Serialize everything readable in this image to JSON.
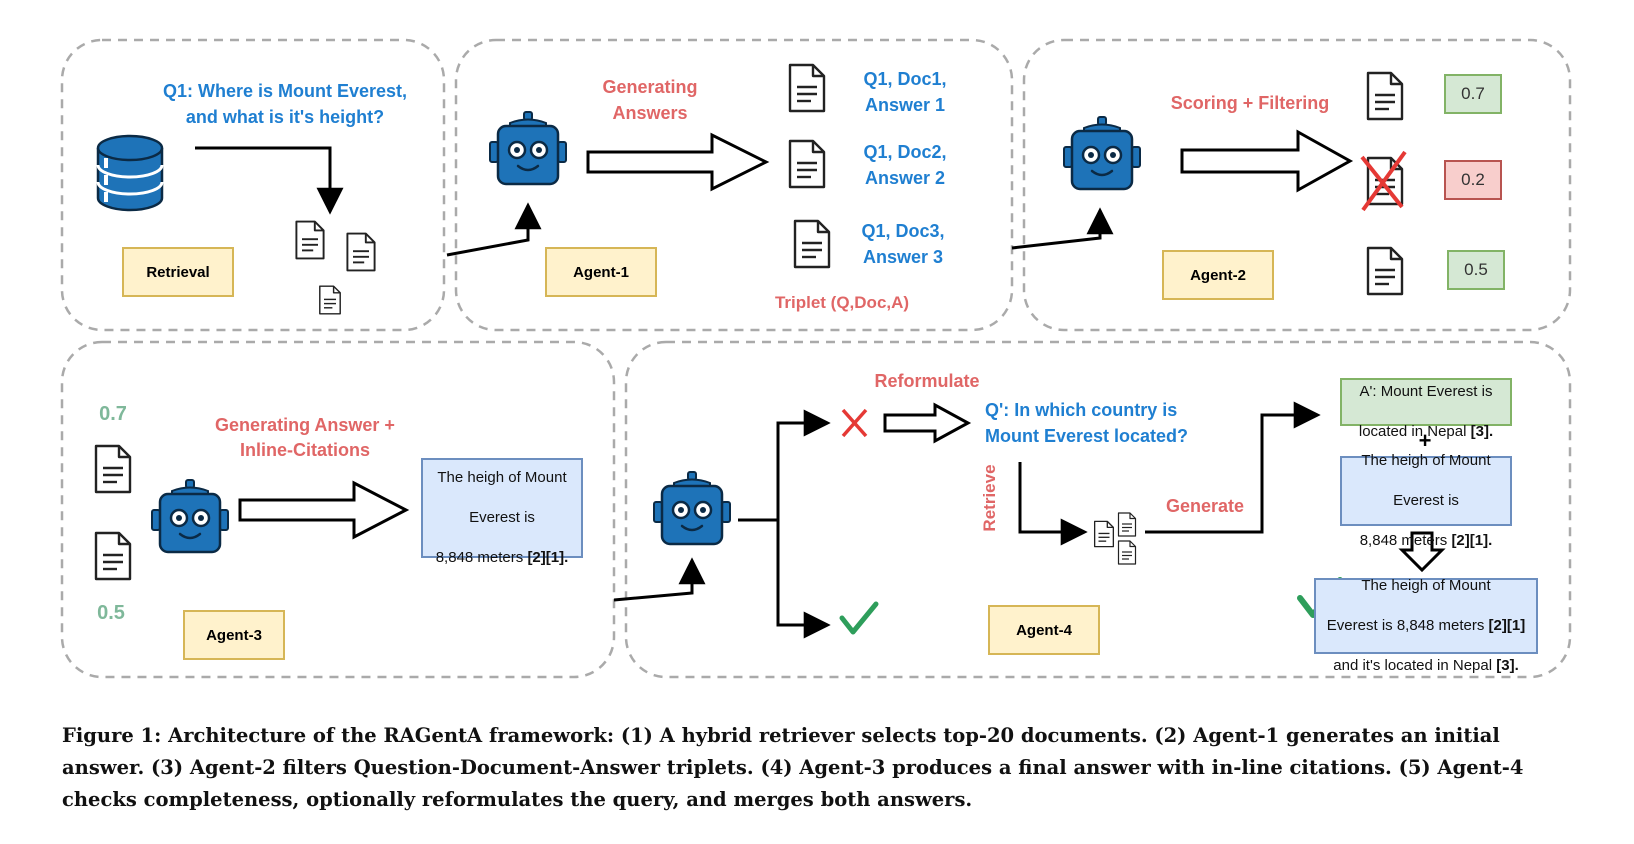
{
  "panels": {
    "retrieval": {
      "question_line1": "Q1: Where is Mount Everest,",
      "question_line2": "and what is it's height?",
      "agent_label": "Retrieval"
    },
    "agent1": {
      "action_line1": "Generating",
      "action_line2": "Answers",
      "docs": [
        {
          "line1": "Q1, Doc1,",
          "line2": "Answer 1"
        },
        {
          "line1": "Q1, Doc2,",
          "line2": "Answer 2"
        },
        {
          "line1": "Q1, Doc3,",
          "line2": "Answer 3"
        }
      ],
      "triplet_label": "Triplet (Q,Doc,A)",
      "agent_label": "Agent-1"
    },
    "agent2": {
      "action": "Scoring + Filtering",
      "scores": [
        "0.7",
        "0.2",
        "0.5"
      ],
      "agent_label": "Agent-2"
    },
    "agent3": {
      "action_line1": "Generating Answer +",
      "action_line2": "Inline-Citations",
      "score_top": "0.7",
      "score_bottom": "0.5",
      "answer_line1": "The heigh of Mount",
      "answer_line2": "Everest is",
      "answer_line3": "8,848 meters ",
      "answer_cite": "[2][1].",
      "agent_label": "Agent-3"
    },
    "agent4": {
      "reformulate": "Reformulate",
      "query_line1": "Q': In which country is",
      "query_line2": "Mount Everest located?",
      "retrieve": "Retrieve",
      "generate": "Generate",
      "new_answer_line1": "A': Mount Everest is",
      "new_answer_line2": "located in Nepal ",
      "new_answer_cite": "[3].",
      "plus": "+",
      "prev_answer_line1": "The heigh of Mount",
      "prev_answer_line2": "Everest is",
      "prev_answer_line3": "8,848 meters ",
      "prev_answer_cite": "[2][1].",
      "final_line1": "The heigh of Mount",
      "final_line2": "Everest is 8,848 meters ",
      "final_cite1": "[2][1]",
      "final_line3": "and it's located in Nepal ",
      "final_cite2": "[3].",
      "agent_label": "Agent-4"
    }
  },
  "caption": "Figure 1: Architecture of the RAGentA framework: (1) A hybrid retriever selects top-20 documents. (2) Agent-1 generates an initial answer. (3) Agent-2 filters Question-Document-Answer triplets. (4) Agent-3 produces a final answer with in-line citations. (5) Agent-4 checks completeness, optionally reformulates the query, and merges both answers.",
  "colors": {
    "blue_text": "#1f7fd1",
    "red_text": "#e06666",
    "robot": "#1e73b8",
    "agent_fill": "#fff2cc",
    "agent_border": "#d6b656",
    "check": "#2e9e5b",
    "cross": "#e53935"
  }
}
